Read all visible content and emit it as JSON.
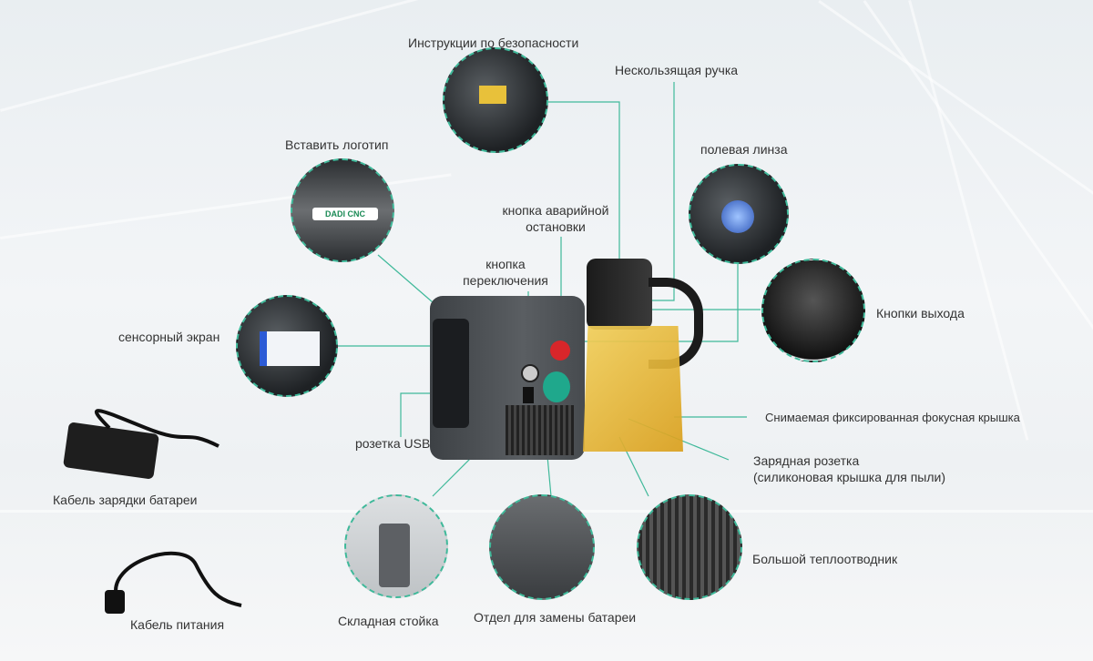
{
  "labels": {
    "safety": "Инструкции по безопасности",
    "handle": "Нескользящая ручка",
    "logo": "Вставить логотип",
    "lens": "полевая линза",
    "estop_1": "кнопка аварийной",
    "estop_2": "остановки",
    "switch_1": "кнопка",
    "switch_2": "переключения",
    "exit_buttons": "Кнопки выхода",
    "touchscreen": "сенсорный экран",
    "usb": "розетка USB",
    "cover": "Снимаемая фиксированная фокусная крышка",
    "charging_1": "Зарядная розетка",
    "charging_2": "(силиконовая крышка для пыли)",
    "charger_cable": "Кабель зарядки батареи",
    "heatsink": "Большой теплоотводник",
    "power_cable": "Кабель питания",
    "stand": "Складная стойка",
    "battery": "Отдел для замены батареи"
  },
  "logo_plate": "DADI CNC",
  "colors": {
    "accent": "#3fb99a",
    "cover": "#e7b431",
    "body": "#55595d",
    "estop": "#d8262a",
    "knob": "#1fa88c"
  }
}
